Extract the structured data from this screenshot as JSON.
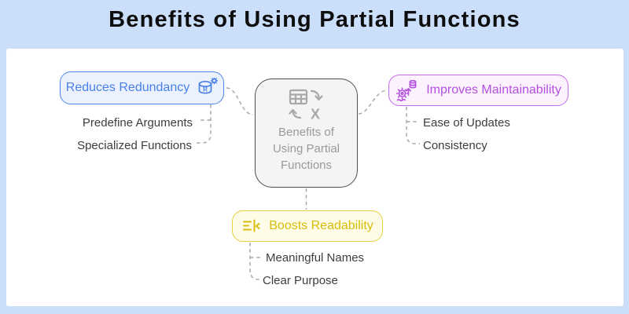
{
  "page": {
    "title": "Benefits of Using Partial Functions"
  },
  "center_node": {
    "lines": [
      "Benefits of",
      "Using Partial",
      "Functions"
    ],
    "icon": "table-transform-icon"
  },
  "branches": [
    {
      "label": "Reduces Redundancy",
      "icon": "database-r-gear-icon",
      "accent": "#4a80e8",
      "border": "#4d86ec",
      "background": "#ebf2fe",
      "children": [
        "Predefine Arguments",
        "Specialized Functions"
      ]
    },
    {
      "label": "Improves Maintainability",
      "icon": "gear-database-upload-icon",
      "accent": "#b44fe0",
      "border": "#c76aec",
      "background": "#fbf2fe",
      "children": [
        "Ease of Updates",
        "Consistency"
      ]
    },
    {
      "label": "Boosts Readability",
      "icon": "text-lines-chevron-icon",
      "accent": "#d8bd0a",
      "border": "#e5d13e",
      "background": "#fefce7",
      "children": [
        "Meaningful Names",
        "Clear Purpose"
      ]
    }
  ],
  "colors": {
    "page_background": "#cbdffb",
    "canvas_background": "#ffffff",
    "title_text": "#0e0e0e",
    "connector": "#a9a9a9",
    "center_border": "#4e4e4e",
    "center_background": "#f4f4f4",
    "center_text": "#9a9a9a",
    "child_text": "#3d3d3d"
  }
}
